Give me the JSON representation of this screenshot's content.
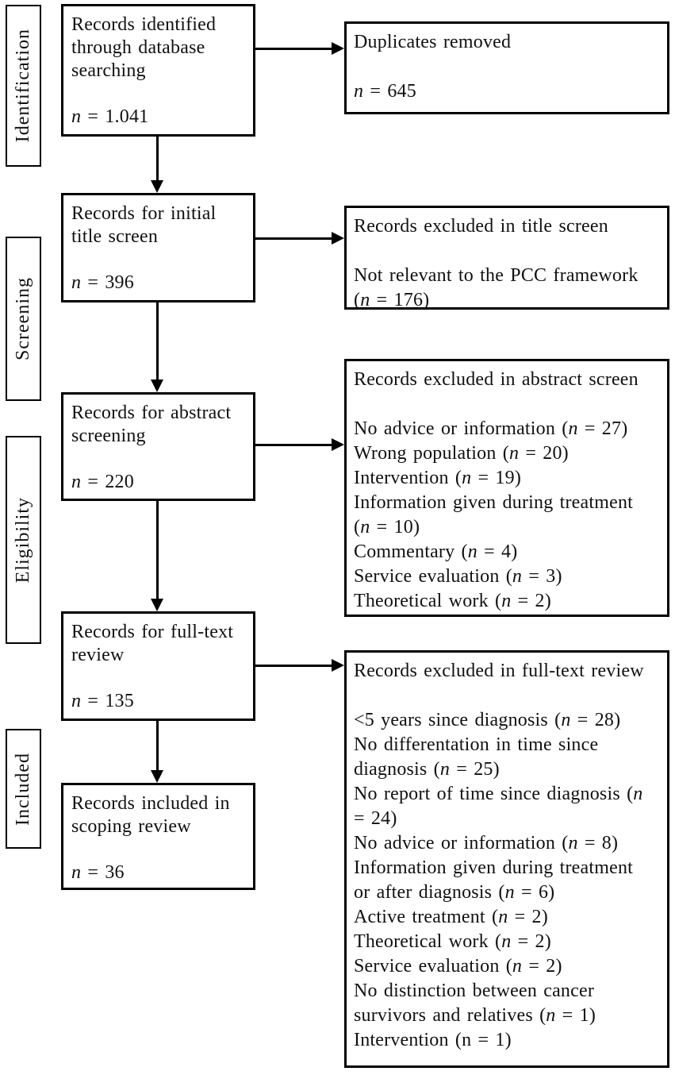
{
  "diagram": {
    "title": "Scoping review records flow diagram",
    "colors": {
      "line": "#000000",
      "background": "#ffffff",
      "text": "#111111"
    },
    "stages": [
      {
        "label": "Identification"
      },
      {
        "label": "Screening"
      },
      {
        "label": "Eligibility"
      },
      {
        "label": "Included"
      }
    ],
    "main_boxes": [
      {
        "name": "records-identified-database-searching",
        "lines": [
          "Records identified",
          "through database",
          "searching",
          "",
          "n = 1.041"
        ]
      },
      {
        "name": "records-initial-title-screen",
        "lines": [
          "Records for initial",
          "title screen",
          "",
          "n = 396"
        ]
      },
      {
        "name": "records-abstract-screening",
        "lines": [
          "Records for abstract",
          "screening",
          "",
          "n = 220"
        ]
      },
      {
        "name": "records-full-text-review",
        "lines": [
          "Records for full-text",
          "review",
          "",
          "n = 135"
        ]
      },
      {
        "name": "records-included-scoping-review",
        "lines": [
          "Records included in",
          "scoping review",
          "",
          "n = 36"
        ]
      }
    ],
    "side_boxes": [
      {
        "name": "duplicates-removed",
        "lines": [
          "Duplicates removed",
          "",
          "n = 645"
        ]
      },
      {
        "name": "records-excluded-title-screen",
        "lines": [
          "Records excluded in title screen",
          "",
          "Not relevant to the PCC framework",
          "(n = 176)"
        ]
      },
      {
        "name": "records-excluded-abstract-screen",
        "lines": [
          "Records excluded in abstract screen",
          "",
          "No advice or information (n = 27)",
          "Wrong population (n = 20)",
          "Intervention (n = 19)",
          "Information given during treatment",
          "(n = 10)",
          "Commentary (n = 4)",
          "Service evaluation (n = 3)",
          "Theoretical work (n = 2)"
        ]
      },
      {
        "name": "records-excluded-full-text-review",
        "lines": [
          "Records excluded in full-text review",
          "",
          "<5 years since diagnosis (n = 28)",
          "No differentation in time since",
          "diagnosis (n = 25)",
          "No report of time since diagnosis (n",
          "= 24)",
          "No advice or information (n = 8)",
          "Information given during treatment",
          "or after diagnosis (n = 6)",
          "Active treatment (n = 2)",
          "Theoretical work (n = 2)",
          "Service evaluation (n = 2)",
          "No distinction between cancer",
          "survivors and relatives (n = 1)",
          {
            "text": "Intervention (n = 1)",
            "plain": true
          }
        ]
      }
    ]
  }
}
